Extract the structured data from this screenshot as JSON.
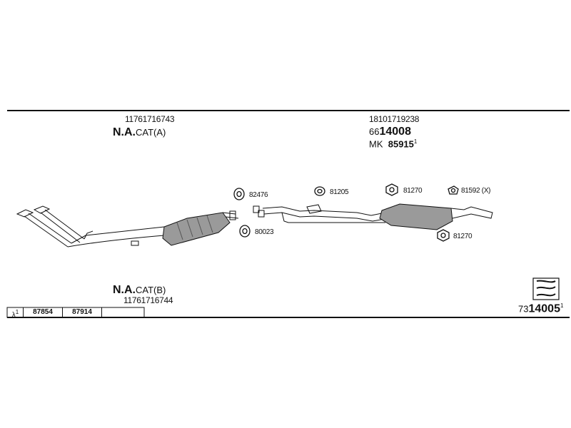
{
  "left_top": {
    "part_number": "11761716743",
    "label_bold": "N.A.",
    "label_rest": "CAT(A)"
  },
  "right_top": {
    "part_number": "18101719238",
    "code_prefix": "66",
    "code_bold": "14008",
    "mk_label": "MK",
    "mk_number": "85915",
    "mk_sup": "1"
  },
  "left_bottom": {
    "label_bold": "N.A.",
    "label_rest": "CAT(B)",
    "part_number": "11761716744"
  },
  "parts": {
    "p82476": "82476",
    "p80023": "80023",
    "p81205": "81205",
    "p81270a": "81270",
    "p81592": "81592 (X)",
    "p81270b": "81270"
  },
  "lambda_row": {
    "symbol": "λ",
    "sup": "1",
    "cells": [
      "87854",
      "87914"
    ]
  },
  "bottom_ref": {
    "prefix": "73",
    "bold": "14005",
    "sup": "1"
  },
  "colors": {
    "line": "#111111",
    "fill": "#9a9a9a"
  }
}
